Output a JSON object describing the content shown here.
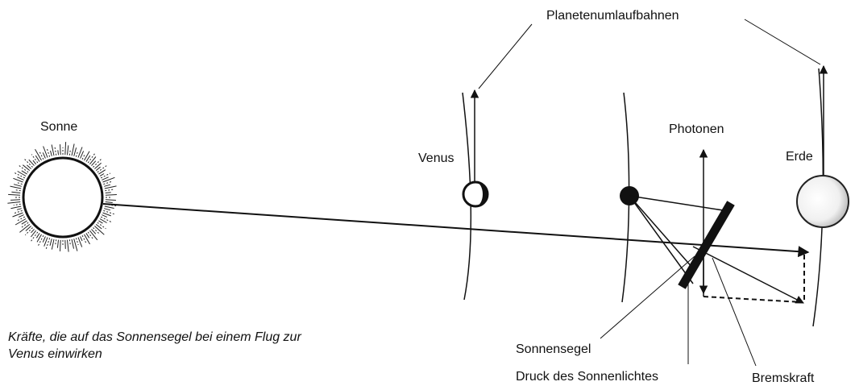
{
  "labels": {
    "orbits": "Planetenumlaufbahnen",
    "sun": "Sonne",
    "venus": "Venus",
    "photons": "Photonen",
    "earth": "Erde",
    "sail": "Sonnensegel",
    "light_pressure": "Druck des Sonnenlichtes",
    "braking_force": "Bremskraft"
  },
  "caption": {
    "line1": "Kräfte, die auf das Sonnensegel bei einem Flug zur",
    "line2": "Venus einwirken"
  }
}
